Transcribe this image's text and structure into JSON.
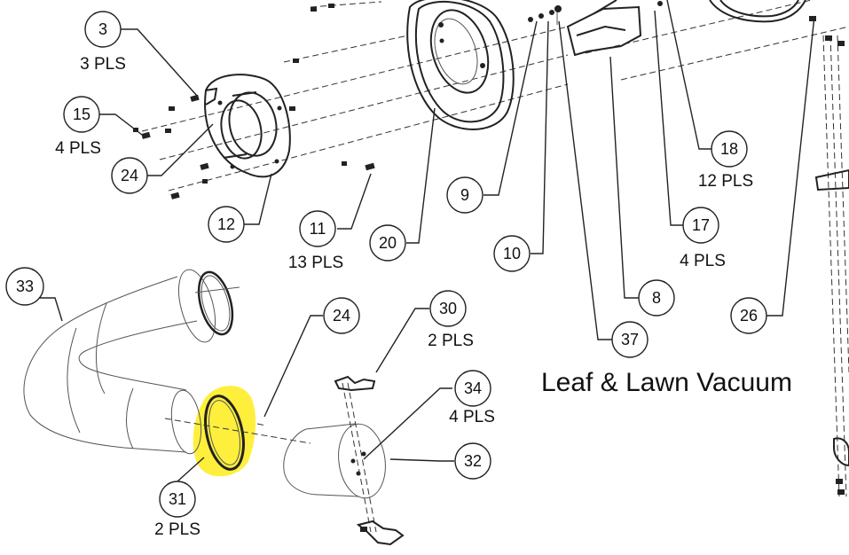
{
  "title": "Leaf & Lawn Vacuum",
  "colors": {
    "highlight": "#ffee33",
    "line": "#222222",
    "background": "#ffffff"
  },
  "callouts": [
    {
      "id": "3",
      "label": "3",
      "qty": "3 PLS"
    },
    {
      "id": "15",
      "label": "15",
      "qty": "4 PLS"
    },
    {
      "id": "24a",
      "label": "24",
      "qty": ""
    },
    {
      "id": "12",
      "label": "12",
      "qty": ""
    },
    {
      "id": "11",
      "label": "11",
      "qty": "13 PLS"
    },
    {
      "id": "20",
      "label": "20",
      "qty": ""
    },
    {
      "id": "9",
      "label": "9",
      "qty": ""
    },
    {
      "id": "10",
      "label": "10",
      "qty": ""
    },
    {
      "id": "18",
      "label": "18",
      "qty": "12 PLS"
    },
    {
      "id": "17",
      "label": "17",
      "qty": "4 PLS"
    },
    {
      "id": "8",
      "label": "8",
      "qty": ""
    },
    {
      "id": "37",
      "label": "37",
      "qty": ""
    },
    {
      "id": "26",
      "label": "26",
      "qty": ""
    },
    {
      "id": "33",
      "label": "33",
      "qty": ""
    },
    {
      "id": "24b",
      "label": "24",
      "qty": ""
    },
    {
      "id": "30",
      "label": "30",
      "qty": "2 PLS"
    },
    {
      "id": "34",
      "label": "34",
      "qty": "4 PLS"
    },
    {
      "id": "32",
      "label": "32",
      "qty": ""
    },
    {
      "id": "31",
      "label": "31",
      "qty": "2 PLS"
    }
  ]
}
